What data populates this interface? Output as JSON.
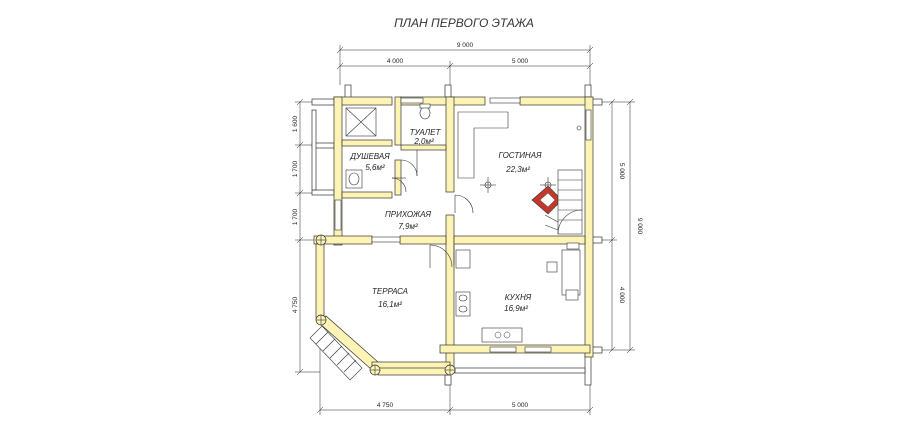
{
  "title": "ПЛАН ПЕРВОГО ЭТАЖА",
  "rooms": [
    {
      "name": "ТУАЛЕТ",
      "area": "2,0м²"
    },
    {
      "name": "ДУШЕВАЯ",
      "area": "5,6м²"
    },
    {
      "name": "ГОСТИНАЯ",
      "area": "22,3м²"
    },
    {
      "name": "ПРИХОЖАЯ",
      "area": "7,9м²"
    },
    {
      "name": "ТЕРРАСА",
      "area": "16,1м²"
    },
    {
      "name": "КУХНЯ",
      "area": "16,9м²"
    }
  ],
  "dimensions": {
    "top_total": "9 000",
    "top_left": "4 000",
    "top_right": "5 000",
    "bottom_left": "4 750",
    "bottom_right": "5 000",
    "left_1": "1 600",
    "left_2": "1 700",
    "left_3": "1 700",
    "left_4": "4 750",
    "right_top": "5 000",
    "right_bottom": "4 000",
    "right_total": "9 000"
  },
  "colors": {
    "wall": "#fdf3b5",
    "outline": "#333333",
    "fireplace": "#c0392b"
  }
}
